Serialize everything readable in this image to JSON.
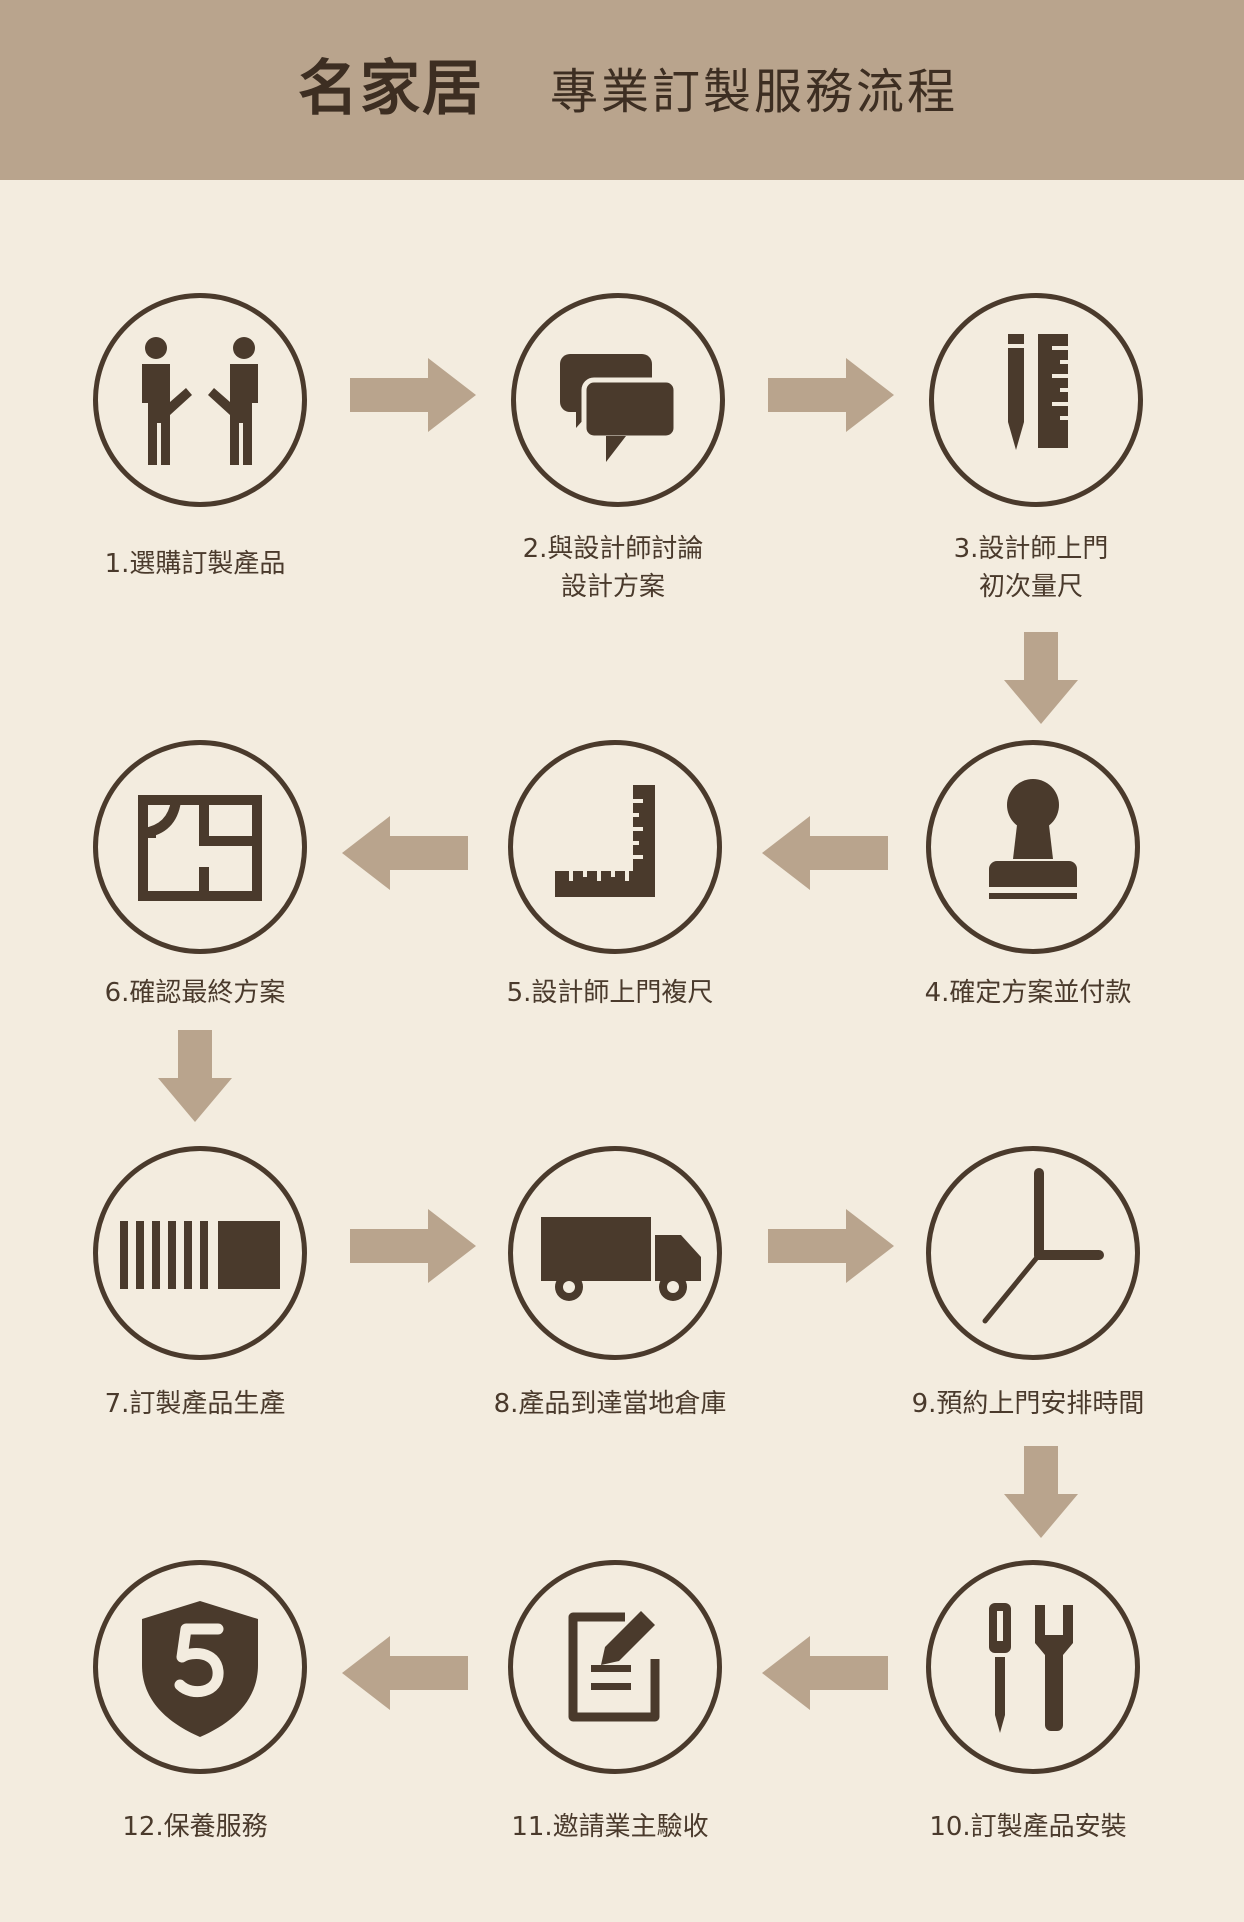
{
  "header": {
    "brand": "名家居",
    "title": "專業訂製服務流程"
  },
  "steps": [
    {
      "line1": "1.選購訂製產品",
      "line2": "",
      "icon": "handshake-people-icon"
    },
    {
      "line1": "2.與設計師討論",
      "line2": "設計方案",
      "icon": "chat-bubbles-icon"
    },
    {
      "line1": "3.設計師上門",
      "line2": "初次量尺",
      "icon": "pencil-ruler-icon"
    },
    {
      "line1": "4.確定方案並付款",
      "line2": "",
      "icon": "stamp-icon"
    },
    {
      "line1": "5.設計師上門複尺",
      "line2": "",
      "icon": "square-ruler-icon"
    },
    {
      "line1": "6.確認最終方案",
      "line2": "",
      "icon": "floor-plan-icon"
    },
    {
      "line1": "7.訂製產品生產",
      "line2": "",
      "icon": "barcode-icon"
    },
    {
      "line1": "8.產品到達當地倉庫",
      "line2": "",
      "icon": "truck-icon"
    },
    {
      "line1": "9.預約上門安排時間",
      "line2": "",
      "icon": "clock-icon"
    },
    {
      "line1": "10.訂製產品安裝",
      "line2": "",
      "icon": "tools-icon"
    },
    {
      "line1": "11.邀請業主驗收",
      "line2": "",
      "icon": "document-edit-icon"
    },
    {
      "line1": "12.保養服務",
      "line2": "",
      "icon": "shield-5-icon"
    }
  ],
  "colors": {
    "background": "#f3ecdf",
    "header": "#b9a48d",
    "icon": "#4a3a2c",
    "arrow": "#b9a48d"
  }
}
